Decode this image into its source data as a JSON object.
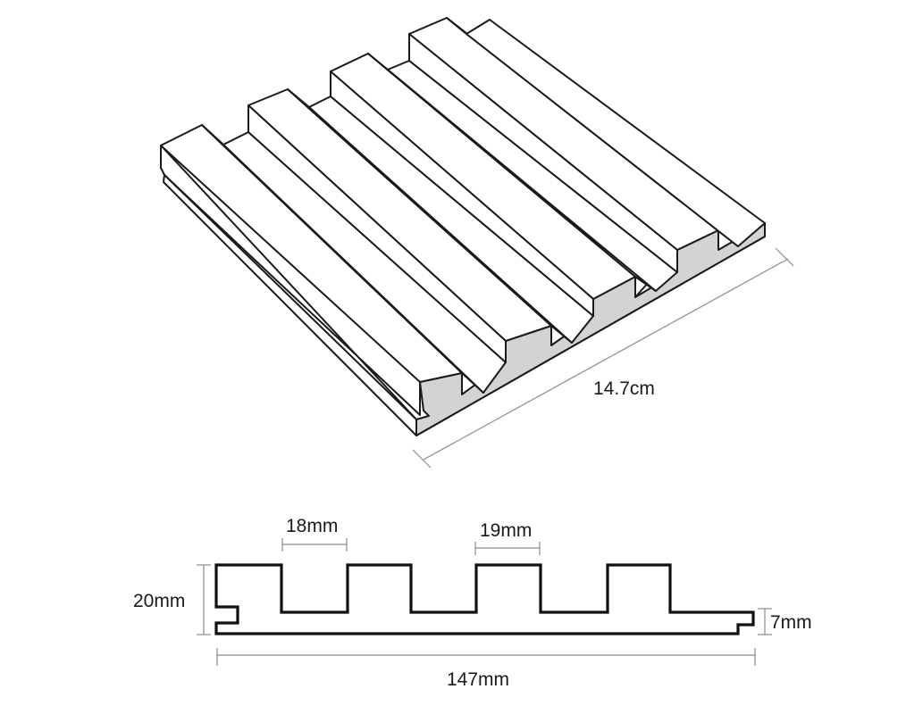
{
  "labels": {
    "length": "14.7cm",
    "top_width_a": "18mm",
    "top_width_b": "19mm",
    "height": "20mm",
    "base_thickness": "7mm",
    "total_width": "147mm"
  }
}
